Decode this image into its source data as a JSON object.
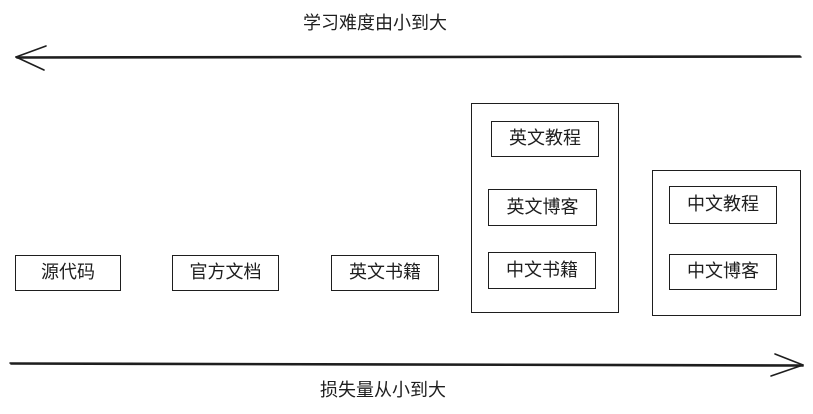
{
  "top_caption": "学习难度由小到大",
  "bottom_caption": "损失量从小到大",
  "arrows": {
    "top": {
      "name": "left-arrow-icon",
      "direction": "left"
    },
    "bottom": {
      "name": "right-arrow-icon",
      "direction": "right"
    }
  },
  "boxes": {
    "source_code": "源代码",
    "official_docs": "官方文档",
    "english_books": "英文书籍",
    "english_group": {
      "tutorial": "英文教程",
      "blog": "英文博客",
      "chinese_books": "中文书籍"
    },
    "chinese_group": {
      "tutorial": "中文教程",
      "blog": "中文博客"
    }
  },
  "colors": {
    "stroke": "#1e1e1e",
    "background": "#ffffff"
  }
}
